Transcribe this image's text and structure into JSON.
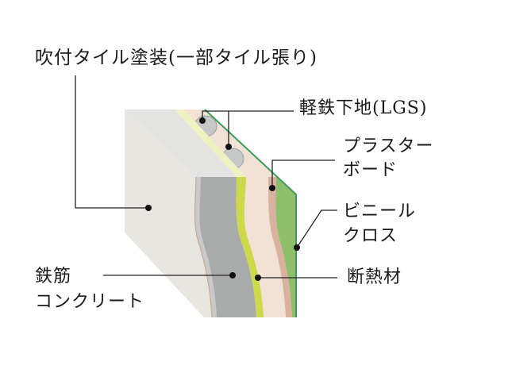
{
  "labels": {
    "spray_tile": "吹付タイル塗装(一部タイル張り)",
    "lgs": "軽鉄下地(LGS)",
    "plaster_1": "プラスター",
    "plaster_2": "ボード",
    "vinyl_1": "ビニール",
    "vinyl_2": "クロス",
    "rc_1": "鉄筋",
    "rc_2": "コンクリート",
    "insulation": "断熱材"
  },
  "colors": {
    "exterior_face": "#e8e6e0",
    "concrete_top": "#e3e4e2",
    "concrete": "#a9abaa",
    "insulation": "#cdd84a",
    "cavity": "#f2e2d6",
    "plasterboard": "#d8b29e",
    "vinyl_cloth": "#8fbf6c",
    "cloth_edge": "#3d9b5a",
    "leader": "#222222"
  }
}
